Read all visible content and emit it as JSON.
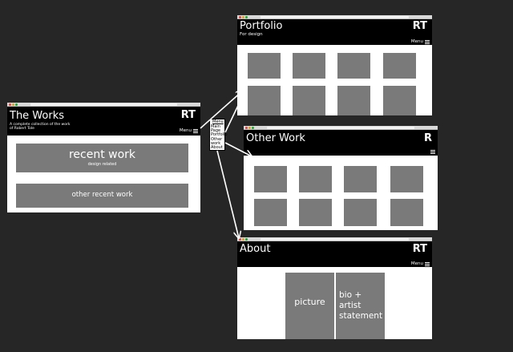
{
  "colors": {
    "background": "#262626",
    "header": "#000000",
    "placeholder": "#7a7a7a",
    "arrow": "#ffffff",
    "chrome_red": "#e0443e",
    "chrome_yellow": "#dea123",
    "chrome_green": "#1aab29"
  },
  "works": {
    "title": "The Works",
    "subtitle_line1": "A complete collection of the work",
    "subtitle_line2": "of Robert Tole",
    "logo": "RT",
    "menu_label": "Menu",
    "recent_work": "recent work",
    "recent_work_sub": "design related",
    "other_recent_work": "other recent work"
  },
  "dropdown": {
    "menu_label": "Menu",
    "items": [
      "Main",
      "Page",
      "Portfolio",
      "Other",
      "work",
      "About"
    ]
  },
  "portfolio": {
    "title": "Portfolio",
    "subtitle": "For design",
    "logo": "RT",
    "menu_label": "Menu"
  },
  "other_work": {
    "title": "Other Work",
    "logo": "R"
  },
  "about": {
    "title": "About",
    "logo": "RT",
    "menu_label": "Menu",
    "picture": "picture",
    "bio_line1": "bio +",
    "bio_line2": "artist",
    "bio_line3": "statement"
  }
}
